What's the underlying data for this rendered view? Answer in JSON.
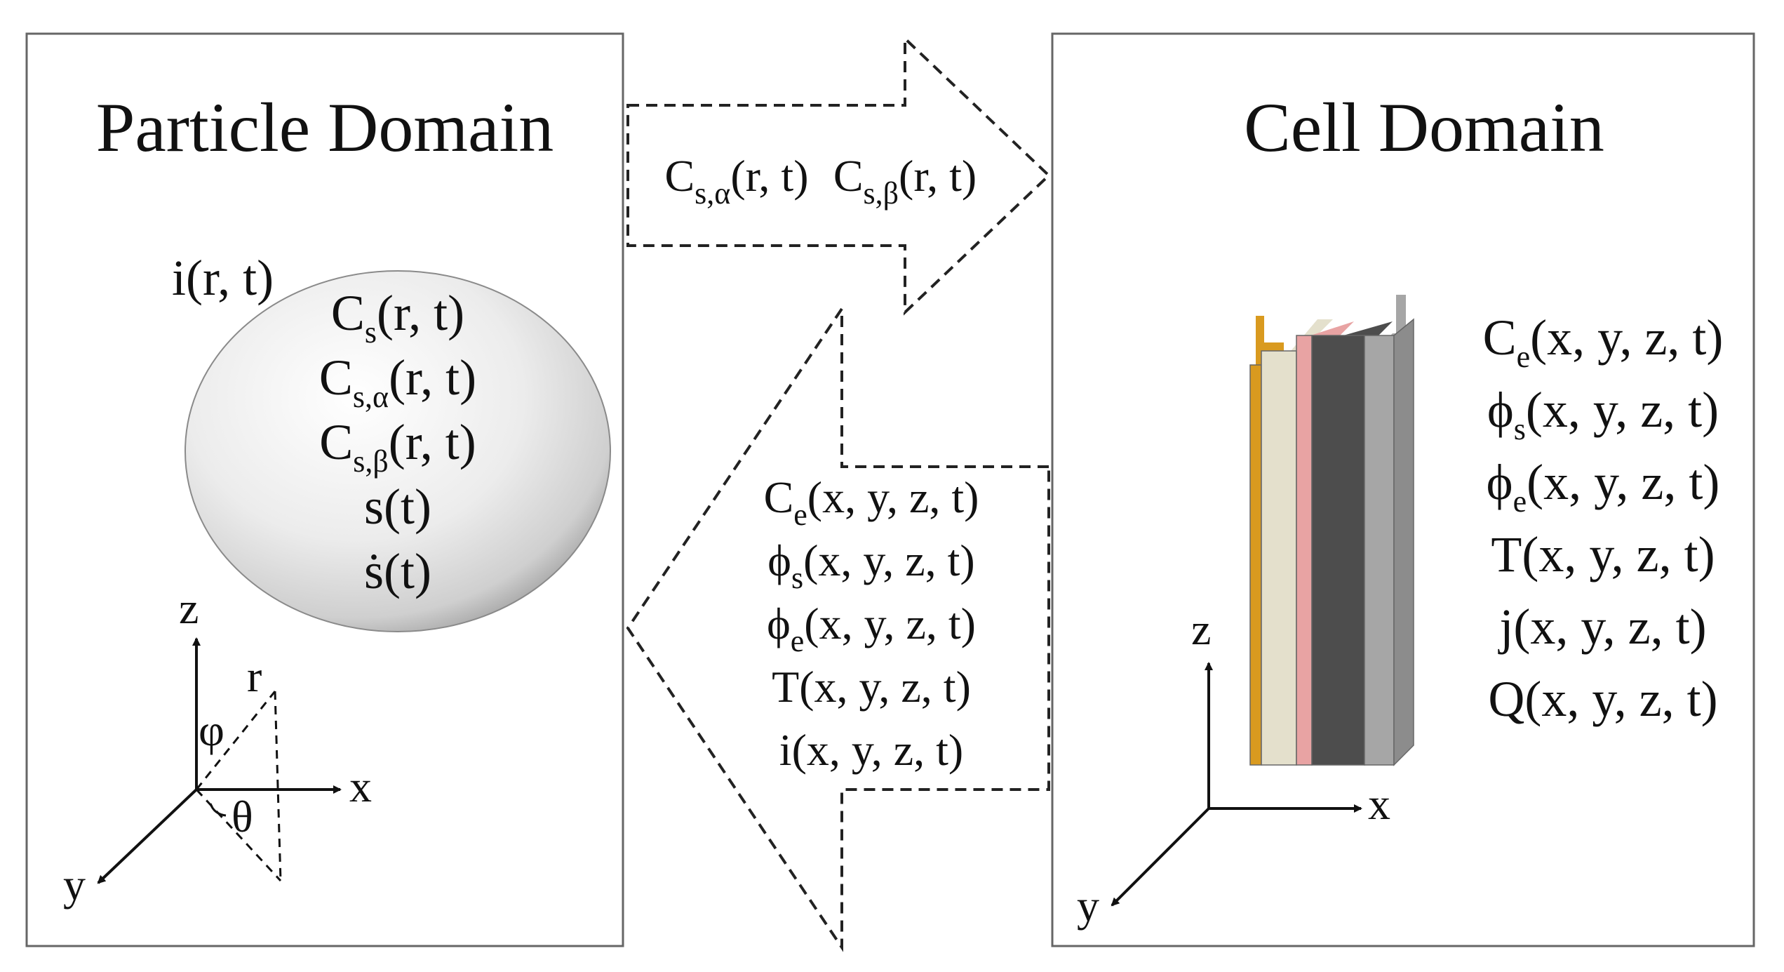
{
  "particle_domain": {
    "title": "Particle Domain",
    "current_label": {
      "main": "i(r, t)"
    },
    "sphere_variables": [
      {
        "main": "C",
        "sub": "s",
        "rest": "(r, t)"
      },
      {
        "main": "C",
        "sub": "s,α",
        "rest": "(r, t)"
      },
      {
        "main": "C",
        "sub": "s,β",
        "rest": "(r, t)"
      },
      {
        "main": "s(t)",
        "sub": "",
        "rest": ""
      },
      {
        "main": "ṡ(t)",
        "sub": "",
        "rest": ""
      }
    ],
    "axes": {
      "z": "z",
      "x": "x",
      "y": "y",
      "r": "r",
      "phi": "φ",
      "theta": "θ"
    }
  },
  "arrow_to_cell": {
    "variables": [
      {
        "main": "C",
        "sub": "s,α",
        "rest": "(r, t)"
      },
      {
        "main": "C",
        "sub": "s,β",
        "rest": "(r, t)"
      }
    ]
  },
  "arrow_to_particle": {
    "variables": [
      {
        "main": "C",
        "sub": "e",
        "rest": "(x, y, z, t)"
      },
      {
        "main": "ϕ",
        "sub": "s",
        "rest": "(x, y, z, t)"
      },
      {
        "main": "ϕ",
        "sub": "e",
        "rest": "(x, y, z, t)"
      },
      {
        "main": "T(x, y, z, t)",
        "sub": "",
        "rest": ""
      },
      {
        "main": "i(x, y, z, t)",
        "sub": "",
        "rest": ""
      }
    ]
  },
  "cell_domain": {
    "title": "Cell Domain",
    "variables": [
      {
        "main": "C",
        "sub": "e",
        "rest": "(x, y, z, t)"
      },
      {
        "main": "ϕ",
        "sub": "s",
        "rest": "(x, y, z, t)"
      },
      {
        "main": "ϕ",
        "sub": "e",
        "rest": "(x, y, z, t)"
      },
      {
        "main": "T(x, y, z, t)",
        "sub": "",
        "rest": ""
      },
      {
        "main": "j(x, y, z, t)",
        "sub": "",
        "rest": ""
      },
      {
        "main": "Q(x, y, z, t)",
        "sub": "",
        "rest": ""
      }
    ],
    "axes": {
      "z": "z",
      "x": "x",
      "y": "y"
    },
    "layer_colors": {
      "current_collector_cu": "#d99a1f",
      "electrode": "#e4e0cc",
      "separator": "#e8a3a3",
      "electrode_dark": "#4d4d4d",
      "current_collector_al": "#a6a6a6"
    }
  }
}
